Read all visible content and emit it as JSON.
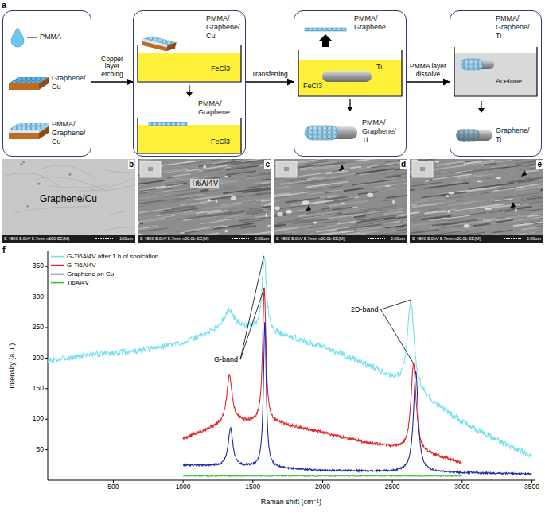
{
  "diagram": {
    "nodes": [
      {
        "text": [
          "PMMA",
          "Graphene/ Cu",
          "PMMA/ Graphene/ Cu"
        ]
      },
      {
        "text": [
          "PMMA/ Graphene/ Cu",
          "FeCl3",
          "PMMA/ Graphene",
          "FeCl3"
        ]
      },
      {
        "text": [
          "PMMA/ Graphene",
          "Ti",
          "FeCl3",
          "PMMA/ Graphene/ Ti"
        ]
      },
      {
        "text": [
          "PMMA/ Graphene/ Ti",
          "Acetone",
          "Graphene/ Ti"
        ]
      }
    ],
    "edges": [
      {
        "from": 0,
        "to": 1,
        "arrow": "to",
        "label": "Copper layer etching"
      },
      {
        "from": 1,
        "to": 2,
        "arrow": "to",
        "label": "Transferring"
      },
      {
        "from": 2,
        "to": 3,
        "arrow": "to",
        "label": "PMMA layer dissolve"
      }
    ],
    "labels": [
      "a",
      "b",
      "c",
      "d",
      "e",
      "Graphene/Cu",
      "Ti6Al4V",
      "S-4800 5.0kV 8.7mm x500 SE(M)",
      "100um",
      "S-4800 5.0kV 8.7mm x20.0k SE(M)",
      "2.00um",
      "S-4800 5.0kV 8.7mm x20.0k SE(M)",
      "2.00um",
      "S-4800 5.0kV 8.7mm x20.0k SE(M)",
      "2.00um",
      "f",
      "G-band",
      "2D-band",
      "Intensity (a.u.)",
      "Raman shift (cm⁻¹)",
      "50",
      "100",
      "150",
      "200",
      "250",
      "300",
      "350",
      "500",
      "1000",
      "1500",
      "2000",
      "2500",
      "3000",
      "3500"
    ],
    "legend": [
      {
        "text": "G-Ti6Al4V after 1 h of sonication"
      },
      {
        "text": "G-Ti6Al4V"
      },
      {
        "text": "Graphene on Cu"
      },
      {
        "text": "Ti6Al4V"
      }
    ]
  }
}
